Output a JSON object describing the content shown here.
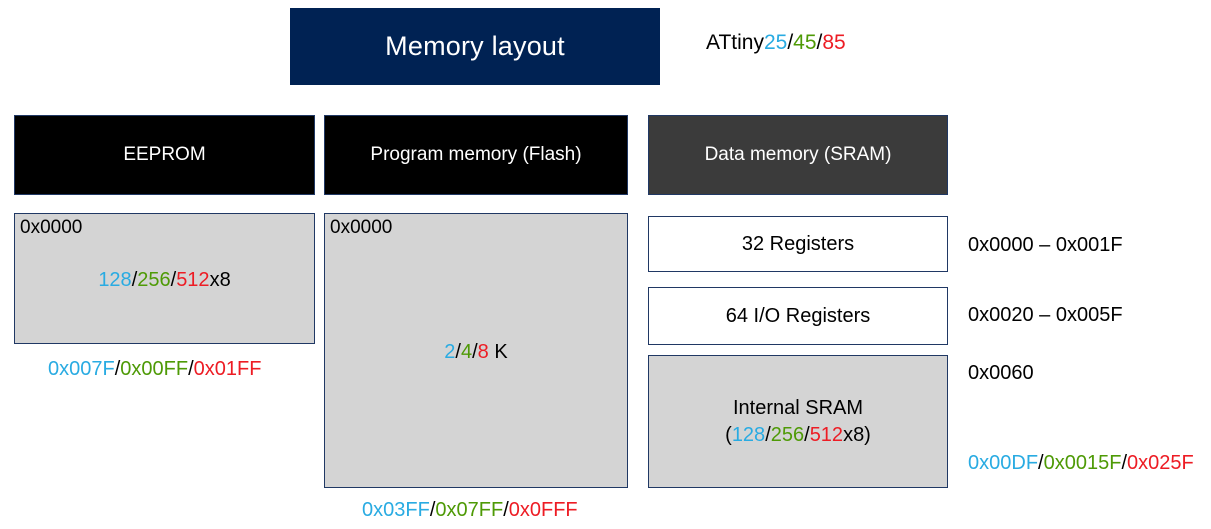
{
  "title": {
    "text": "Memory layout"
  },
  "device": {
    "prefix": "ATtiny",
    "variant_blue": "25",
    "sep1": "/",
    "variant_green": "45",
    "sep2": "/",
    "variant_red": "85"
  },
  "colors": {
    "banner_navy": "#002253",
    "header_black": "#000000",
    "header_gray": "#3B3B3B",
    "block_gray": "#D4D4D4",
    "border_navy": "#203864",
    "blue": "#29ABE2",
    "green": "#4E9A06",
    "red": "#ED1C24",
    "black": "#000000",
    "white": "#FFFFFF"
  },
  "columns": {
    "eeprom": {
      "header": "EEPROM",
      "start_address": "0x0000",
      "size": {
        "blue": "128",
        "sep1": "/",
        "green": "256",
        "sep2": "/",
        "red": "512",
        "suffix": "x8"
      },
      "end_address": {
        "blue": "0x007F",
        "sep1": "/",
        "green": "0x00FF",
        "sep2": "/",
        "red": "0x01FF"
      }
    },
    "flash": {
      "header": "Program memory (Flash)",
      "start_address": "0x0000",
      "size": {
        "blue": "2",
        "sep1": "/",
        "green": "4",
        "sep2": "/",
        "red": "8",
        "suffix": " K"
      },
      "end_address": {
        "blue": "0x03FF",
        "sep1": "/",
        "green": "0x07FF",
        "sep2": "/",
        "red": "0x0FFF"
      }
    },
    "sram": {
      "header": "Data memory (SRAM)",
      "sections": [
        {
          "label": "32 Registers",
          "address": "0x0000 – 0x001F"
        },
        {
          "label": "64 I/O Registers",
          "address": "0x0020 – 0x005F"
        },
        {
          "label": "Internal SRAM",
          "address": "0x0060"
        }
      ],
      "internal_size": {
        "open": "(",
        "blue": "128",
        "sep1": "/",
        "green": "256",
        "sep2": "/",
        "red": "512",
        "close": "x8)"
      },
      "end_address": {
        "blue": "0x00DF",
        "sep1": "/",
        "green": "0x0015F",
        "sep2": "/",
        "red": "0x025F"
      }
    }
  }
}
